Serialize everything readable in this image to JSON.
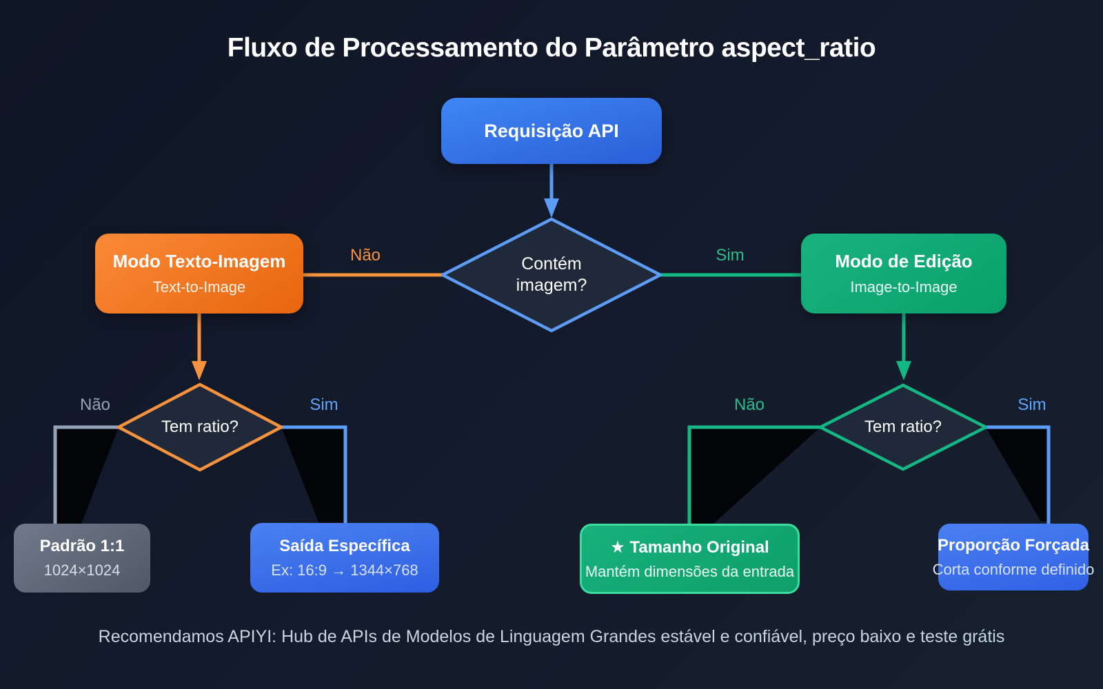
{
  "title": "Fluxo de Processamento do Parâmetro aspect_ratio",
  "footer": "Recomendamos APIYI: Hub de APIs de Modelos de Linguagem Grandes estável e confiável, preço baixo e teste grátis",
  "colors": {
    "background": "#131a2b",
    "blue_node": "#3e86f3",
    "blue_line": "#5d9cf5",
    "orange": "#f5923e",
    "green": "#15b783",
    "green_border": "#3ddc9e",
    "gray": "#94a3b8",
    "wedge_black": "#020408"
  },
  "nodes": {
    "api_request": {
      "label": "Requisição API"
    },
    "contains_image": {
      "question": "Contém imagem?"
    },
    "text_mode": {
      "title": "Modo Texto-Imagem",
      "subtitle": "Text-to-Image"
    },
    "edit_mode": {
      "title": "Modo de Edição",
      "subtitle": "Image-to-Image"
    },
    "text_ratio": {
      "question": "Tem ratio?"
    },
    "edit_ratio": {
      "question": "Tem ratio?"
    },
    "default_square": {
      "title": "Padrão 1:1",
      "subtitle": "1024×1024"
    },
    "specific_output": {
      "title": "Saída Específica",
      "subtitle": "Ex: 16:9 → 1344×768"
    },
    "original_size": {
      "star": "★",
      "title": "Tamanho Original",
      "subtitle": "Mantém dimensões da entrada"
    },
    "forced_ratio": {
      "title": "Proporção Forçada",
      "subtitle": "Corta conforme definido"
    }
  },
  "edges": {
    "contains_no": "Não",
    "contains_yes": "Sim",
    "text_ratio_no": "Não",
    "text_ratio_yes": "Sim",
    "edit_ratio_no": "Não",
    "edit_ratio_yes": "Sim"
  }
}
